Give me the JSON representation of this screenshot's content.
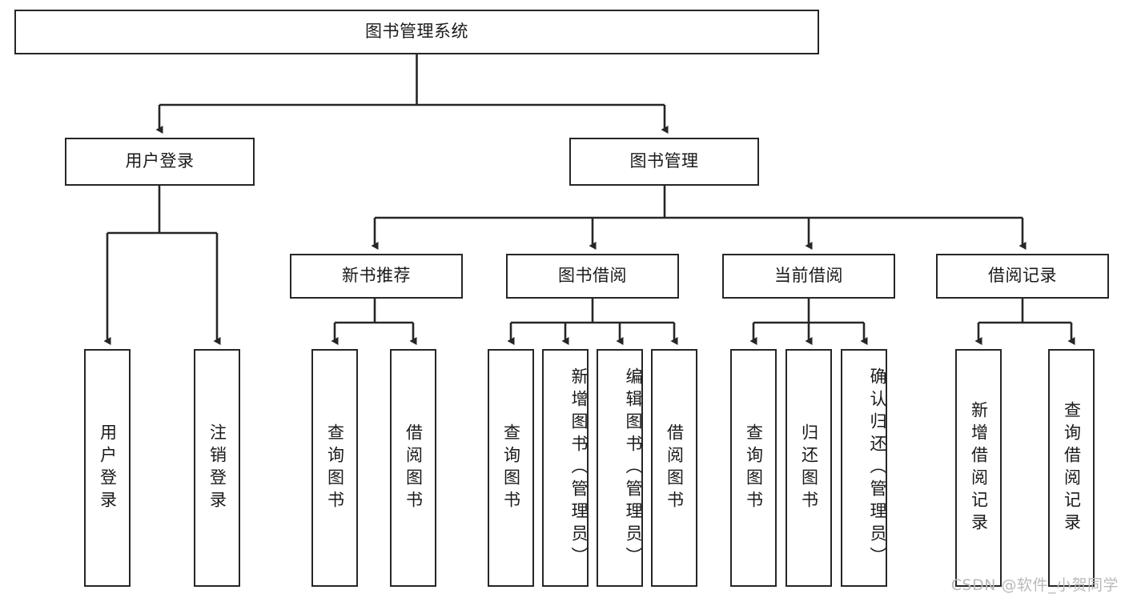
{
  "diagram": {
    "type": "tree-hierarchy",
    "title": "图书管理系统",
    "root": {
      "id": "root",
      "label": "图书管理系统"
    },
    "level1": [
      {
        "id": "user-login",
        "label": "用户登录"
      },
      {
        "id": "book-manage",
        "label": "图书管理"
      }
    ],
    "level2": [
      {
        "id": "new-book-rec",
        "label": "新书推荐",
        "parent": "book-manage"
      },
      {
        "id": "book-borrow",
        "label": "图书借阅",
        "parent": "book-manage"
      },
      {
        "id": "current-borrow",
        "label": "当前借阅",
        "parent": "book-manage"
      },
      {
        "id": "borrow-record",
        "label": "借阅记录",
        "parent": "book-manage"
      }
    ],
    "leaves": [
      {
        "id": "leaf-user-login",
        "label": "用户登录",
        "parent": "user-login"
      },
      {
        "id": "leaf-user-logout",
        "label": "注销登录",
        "parent": "user-login"
      },
      {
        "id": "leaf-rec-query",
        "label": "查询图书",
        "parent": "new-book-rec"
      },
      {
        "id": "leaf-rec-borrow",
        "label": "借阅图书",
        "parent": "new-book-rec"
      },
      {
        "id": "leaf-borrow-query",
        "label": "查询图书",
        "parent": "book-borrow"
      },
      {
        "id": "leaf-borrow-add",
        "label": "新增图书（管理员）",
        "parent": "book-borrow"
      },
      {
        "id": "leaf-borrow-edit",
        "label": "编辑图书（管理员）",
        "parent": "book-borrow"
      },
      {
        "id": "leaf-borrow-lend",
        "label": "借阅图书",
        "parent": "book-borrow"
      },
      {
        "id": "leaf-cur-query",
        "label": "查询图书",
        "parent": "current-borrow"
      },
      {
        "id": "leaf-cur-return",
        "label": "归还图书",
        "parent": "current-borrow"
      },
      {
        "id": "leaf-cur-confirm",
        "label": "确认归还（管理员）",
        "parent": "current-borrow"
      },
      {
        "id": "leaf-rec-add",
        "label": "新增借阅记录",
        "parent": "borrow-record"
      },
      {
        "id": "leaf-rec-query2",
        "label": "查询借阅记录",
        "parent": "borrow-record"
      }
    ]
  },
  "watermark": {
    "text": "CSDN @软件_小贺同学"
  },
  "colors": {
    "stroke": "#262626",
    "background": "#ffffff",
    "text": "#1a1a1a",
    "watermark": "#b9b9b9"
  }
}
